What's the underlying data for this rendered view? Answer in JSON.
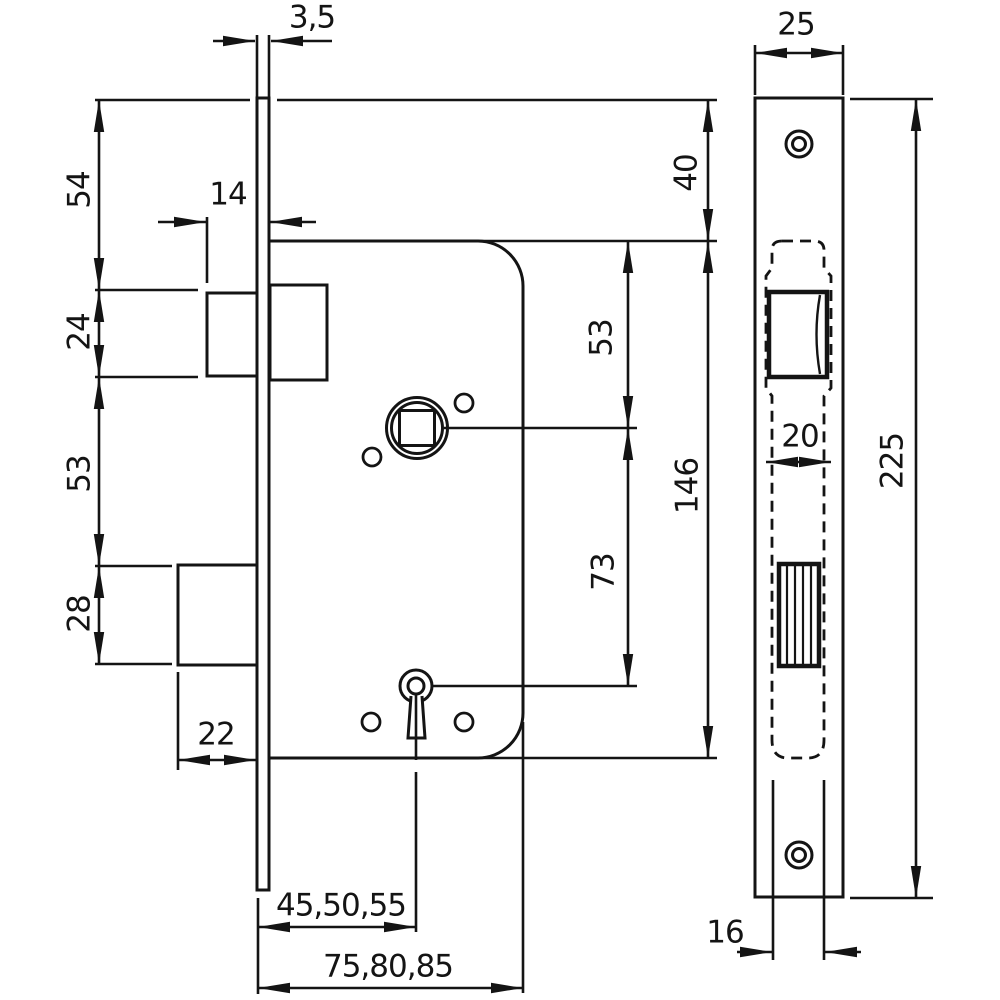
{
  "drawing": {
    "description": "mortise sash lock dimensional drawing, side view and faceplate front view",
    "colors": {
      "ink": "#141414",
      "background": "#ffffff"
    },
    "dimensions": {
      "faceplate_thickness": "3,5",
      "latch_protrusion": "14",
      "plate_top_to_latch": "54",
      "latch_height": "24",
      "latch_to_deadbolt": "53",
      "deadbolt_height": "28",
      "deadbolt_throw": "22",
      "backset_options": "45,50,55",
      "case_depth_options": "75,80,85",
      "plate_top_to_case_top": "40",
      "case_top_to_spindle": "53",
      "spindle_to_keyhole": "73",
      "case_height": "146",
      "faceplate_width": "25",
      "latch_width": "20",
      "faceplate_height": "225",
      "case_thickness": "16"
    }
  }
}
